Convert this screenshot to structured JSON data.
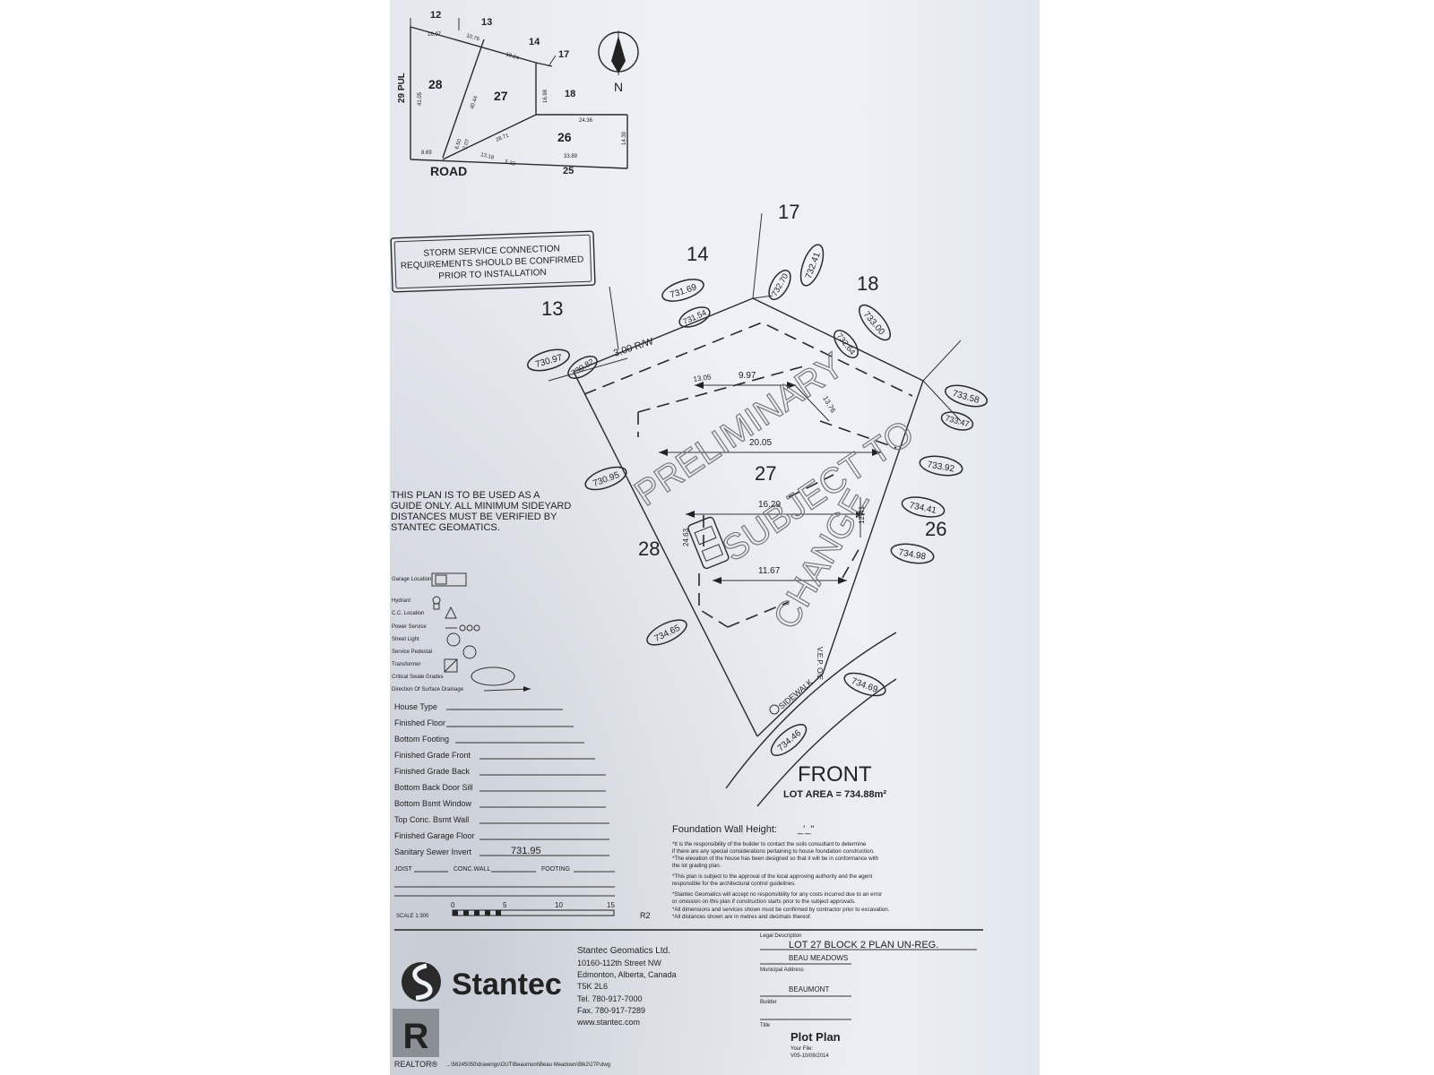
{
  "key_plan": {
    "lots": [
      "12",
      "13",
      "14",
      "17",
      "28",
      "27",
      "18",
      "26",
      "25"
    ],
    "road_left_label": "29 PUL",
    "road_bottom_label": "ROAD",
    "dims": [
      "16.97",
      "10.76",
      "18.24",
      "41.05",
      "40.44",
      "16.98",
      "24.36",
      "14.39",
      "28.71",
      "8.69",
      "6.50",
      "2.07",
      "33.89",
      "13.18",
      "5.33"
    ],
    "north_label": "N"
  },
  "main_plan": {
    "lot_labels": [
      "17",
      "14",
      "18",
      "13",
      "27",
      "28",
      "26"
    ],
    "storm_note": [
      "STORM SERVICE CONNECTION",
      "REQUIREMENTS SHOULD BE CONFIRMED",
      "PRIOR TO INSTALLATION"
    ],
    "row_label": "3.00 R/W",
    "grades": [
      "731.69",
      "732.41",
      "732.70",
      "733.00",
      "731.54",
      "730.97",
      "730.82",
      "732.64",
      "733.58",
      "733.47",
      "733.92",
      "730.95",
      "734.41",
      "734.98",
      "734.65",
      "734.69",
      "734.46"
    ],
    "dims": [
      "9.97",
      "13.05",
      "13.76",
      "20.05",
      "16.29",
      "11.67",
      "24.63",
      "12.41"
    ],
    "watermark": [
      "PRELIMINARY",
      "SUBJECT TO",
      "CHANGE"
    ],
    "sidewalk_label": "SIDEWALK",
    "front_label": "FRONT",
    "lot_area": "LOT AREA = 734.88m²",
    "ve_label": "V.E.P. O/E"
  },
  "guide_note": [
    "THIS PLAN IS TO BE USED AS A",
    "GUIDE ONLY. ALL MINIMUM SIDEYARD",
    "DISTANCES MUST BE VERIFIED BY",
    "STANTEC GEOMATICS."
  ],
  "legend": [
    "Garage Location",
    "Hydrant",
    "C.C. Location",
    "Power Service",
    "Street Light",
    "Service Pedestal",
    "Transformer",
    "Critical Swale Grades",
    "Direction Of Surface Drainage"
  ],
  "form_fields": [
    "House Type",
    "Finished Floor",
    "Bottom Footing",
    "Finished Grade Front",
    "Finished Grade Back",
    "Bottom Back Door Sill",
    "Bottom Bsmt Window",
    "Top Conc. Bsmt Wall",
    "Finished Garage Floor",
    "Sanitary Sewer Invert"
  ],
  "sanitary_value": "731.95",
  "form_bottom_row": [
    "JOIST",
    "CONC.WALL",
    "FOOTING"
  ],
  "foundation": {
    "label": "Foundation Wall Height:",
    "value": "_'_\"",
    "notes": [
      "*It is the responsibility of the builder to contact the soils consultant to determine",
      "if there are any special considerations pertaining to house foundation construction.",
      "*The elevation of the house has been designed so that it will be in conformance with",
      "the lot grading plan.",
      "*This plan is subject to the approval of the local approving authority and the agent",
      "responsible for the architectural control guidelines.",
      "*Stantec Geomatics will accept no responsibility for any costs incurred due to an error",
      "or omission on this plan if construction starts prior to the subject approvals.",
      "*All dimensions and services shown must be confirmed by contractor prior to excavation.",
      "*All distances shown are in metres and decimals thereof."
    ]
  },
  "scale": {
    "label": "SCALE 1:300",
    "ticks": [
      "0",
      "5",
      "10",
      "15"
    ],
    "rev": "R2"
  },
  "company": {
    "brand": "Stantec",
    "name": "Stantec Geomatics Ltd.",
    "address": [
      "10160-112th Street NW",
      "Edmonton, Alberta, Canada",
      "T5K 2L6"
    ],
    "tel": "Tel.   780-917-7000",
    "fax": "Fax.   780-917-7289",
    "web": "www.stantec.com"
  },
  "title_block": {
    "legal_caption": "Legal Description",
    "legal": "LOT  27   BLOCK  2   PLAN  UN-REG.",
    "subdivision": "BEAU MEADOWS",
    "municipal_caption": "Municipal Address",
    "municipality": "BEAUMONT",
    "builder_caption": "Builder",
    "title_caption": "Title",
    "title": "Plot Plan",
    "file_caption": "Your File:",
    "file_date": "V05-10/08/2014"
  },
  "file_path": "...\\56245050\\drawings\\OUT\\Beaumont\\Beau Meadows\\Blk2\\27P.dwg",
  "realtor": {
    "letter": "R",
    "text": "REALTOR®"
  }
}
